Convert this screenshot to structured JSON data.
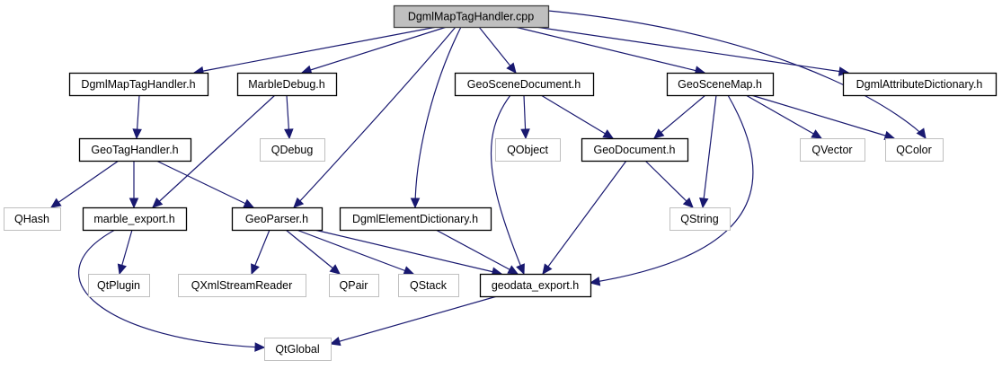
{
  "title": "DgmlMapTagHandler.cpp include dependency graph",
  "colors": {
    "edge": "#191970",
    "root_fill": "#bfbfbf",
    "project_border": "#000000",
    "external_border": "#bfbfbf",
    "node_fill": "#ffffff"
  },
  "nodes": [
    {
      "id": "root",
      "label": "DgmlMapTagHandler.cpp",
      "kind": "root"
    },
    {
      "id": "dmth_h",
      "label": "DgmlMapTagHandler.h",
      "kind": "project"
    },
    {
      "id": "marbledebug",
      "label": "MarbleDebug.h",
      "kind": "project"
    },
    {
      "id": "gsdoc",
      "label": "GeoSceneDocument.h",
      "kind": "project"
    },
    {
      "id": "gsmap",
      "label": "GeoSceneMap.h",
      "kind": "project"
    },
    {
      "id": "dad",
      "label": "DgmlAttributeDictionary.h",
      "kind": "project"
    },
    {
      "id": "geotag",
      "label": "GeoTagHandler.h",
      "kind": "project"
    },
    {
      "id": "qdebug",
      "label": "QDebug",
      "kind": "external"
    },
    {
      "id": "qobject",
      "label": "QObject",
      "kind": "external"
    },
    {
      "id": "geodoc",
      "label": "GeoDocument.h",
      "kind": "project"
    },
    {
      "id": "qvector",
      "label": "QVector",
      "kind": "external"
    },
    {
      "id": "qcolor",
      "label": "QColor",
      "kind": "external"
    },
    {
      "id": "qhash",
      "label": "QHash",
      "kind": "external"
    },
    {
      "id": "mexport",
      "label": "marble_export.h",
      "kind": "project"
    },
    {
      "id": "geoparser",
      "label": "GeoParser.h",
      "kind": "project"
    },
    {
      "id": "ded",
      "label": "DgmlElementDictionary.h",
      "kind": "project"
    },
    {
      "id": "qstring",
      "label": "QString",
      "kind": "external"
    },
    {
      "id": "qtplugin",
      "label": "QtPlugin",
      "kind": "external"
    },
    {
      "id": "qxml",
      "label": "QXmlStreamReader",
      "kind": "external"
    },
    {
      "id": "qpair",
      "label": "QPair",
      "kind": "external"
    },
    {
      "id": "qstack",
      "label": "QStack",
      "kind": "external"
    },
    {
      "id": "gdexport",
      "label": "geodata_export.h",
      "kind": "project"
    },
    {
      "id": "qtglobal",
      "label": "QtGlobal",
      "kind": "external"
    }
  ],
  "edges": [
    {
      "from": "root",
      "to": "dmth_h"
    },
    {
      "from": "root",
      "to": "marbledebug"
    },
    {
      "from": "root",
      "to": "geoparser"
    },
    {
      "from": "root",
      "to": "ded"
    },
    {
      "from": "root",
      "to": "gsdoc"
    },
    {
      "from": "root",
      "to": "gsmap"
    },
    {
      "from": "root",
      "to": "dad"
    },
    {
      "from": "root",
      "to": "qcolor"
    },
    {
      "from": "dmth_h",
      "to": "geotag"
    },
    {
      "from": "marbledebug",
      "to": "qdebug"
    },
    {
      "from": "marbledebug",
      "to": "mexport"
    },
    {
      "from": "geotag",
      "to": "qhash"
    },
    {
      "from": "geotag",
      "to": "mexport"
    },
    {
      "from": "geotag",
      "to": "geoparser"
    },
    {
      "from": "gsdoc",
      "to": "qobject"
    },
    {
      "from": "gsdoc",
      "to": "geodoc"
    },
    {
      "from": "gsdoc",
      "to": "gdexport"
    },
    {
      "from": "gsmap",
      "to": "geodoc"
    },
    {
      "from": "gsmap",
      "to": "qstring"
    },
    {
      "from": "gsmap",
      "to": "qvector"
    },
    {
      "from": "gsmap",
      "to": "qcolor"
    },
    {
      "from": "gsmap",
      "to": "gdexport"
    },
    {
      "from": "geodoc",
      "to": "qstring"
    },
    {
      "from": "geodoc",
      "to": "gdexport"
    },
    {
      "from": "mexport",
      "to": "qtplugin"
    },
    {
      "from": "mexport",
      "to": "qtglobal"
    },
    {
      "from": "geoparser",
      "to": "qxml"
    },
    {
      "from": "geoparser",
      "to": "qpair"
    },
    {
      "from": "geoparser",
      "to": "qstack"
    },
    {
      "from": "geoparser",
      "to": "gdexport"
    },
    {
      "from": "ded",
      "to": "gdexport"
    },
    {
      "from": "gdexport",
      "to": "qtglobal"
    }
  ]
}
